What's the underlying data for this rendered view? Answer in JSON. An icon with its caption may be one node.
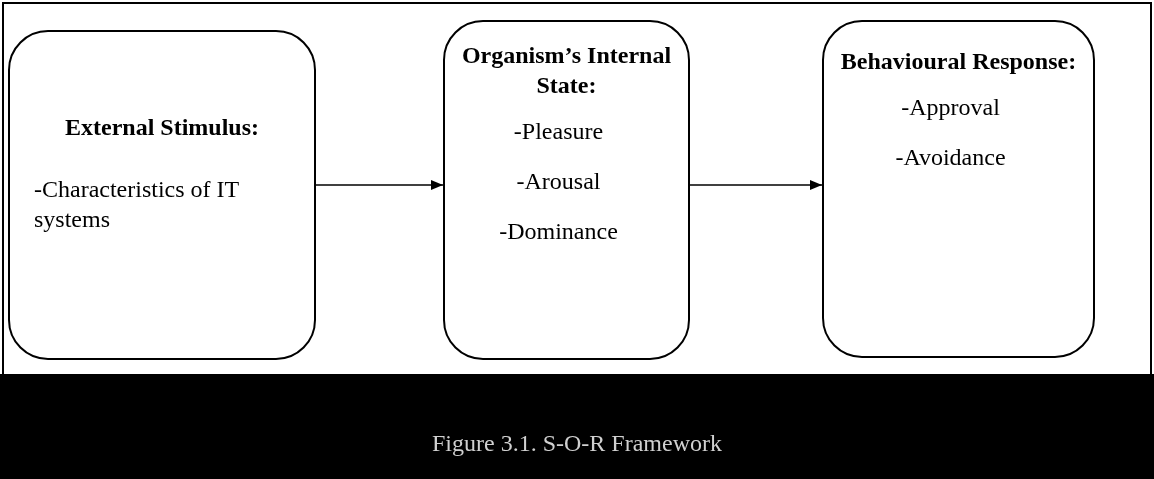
{
  "diagram": {
    "caption": "Figure 3.1. S-O-R Framework",
    "nodes": [
      {
        "text": [
          "External Stimulus:",
          "-Characteristics of IT systems"
        ]
      },
      {
        "text": [
          "Organism’s Internal State:",
          "-Pleasure",
          "-Arousal",
          "-Dominance"
        ]
      },
      {
        "text": [
          "Behavioural Response:",
          "-Approval",
          "-Avoidance"
        ]
      }
    ],
    "edges": [
      {
        "from": 0,
        "to": 1,
        "arrow": "to"
      },
      {
        "from": 1,
        "to": 2,
        "arrow": "to"
      }
    ]
  }
}
